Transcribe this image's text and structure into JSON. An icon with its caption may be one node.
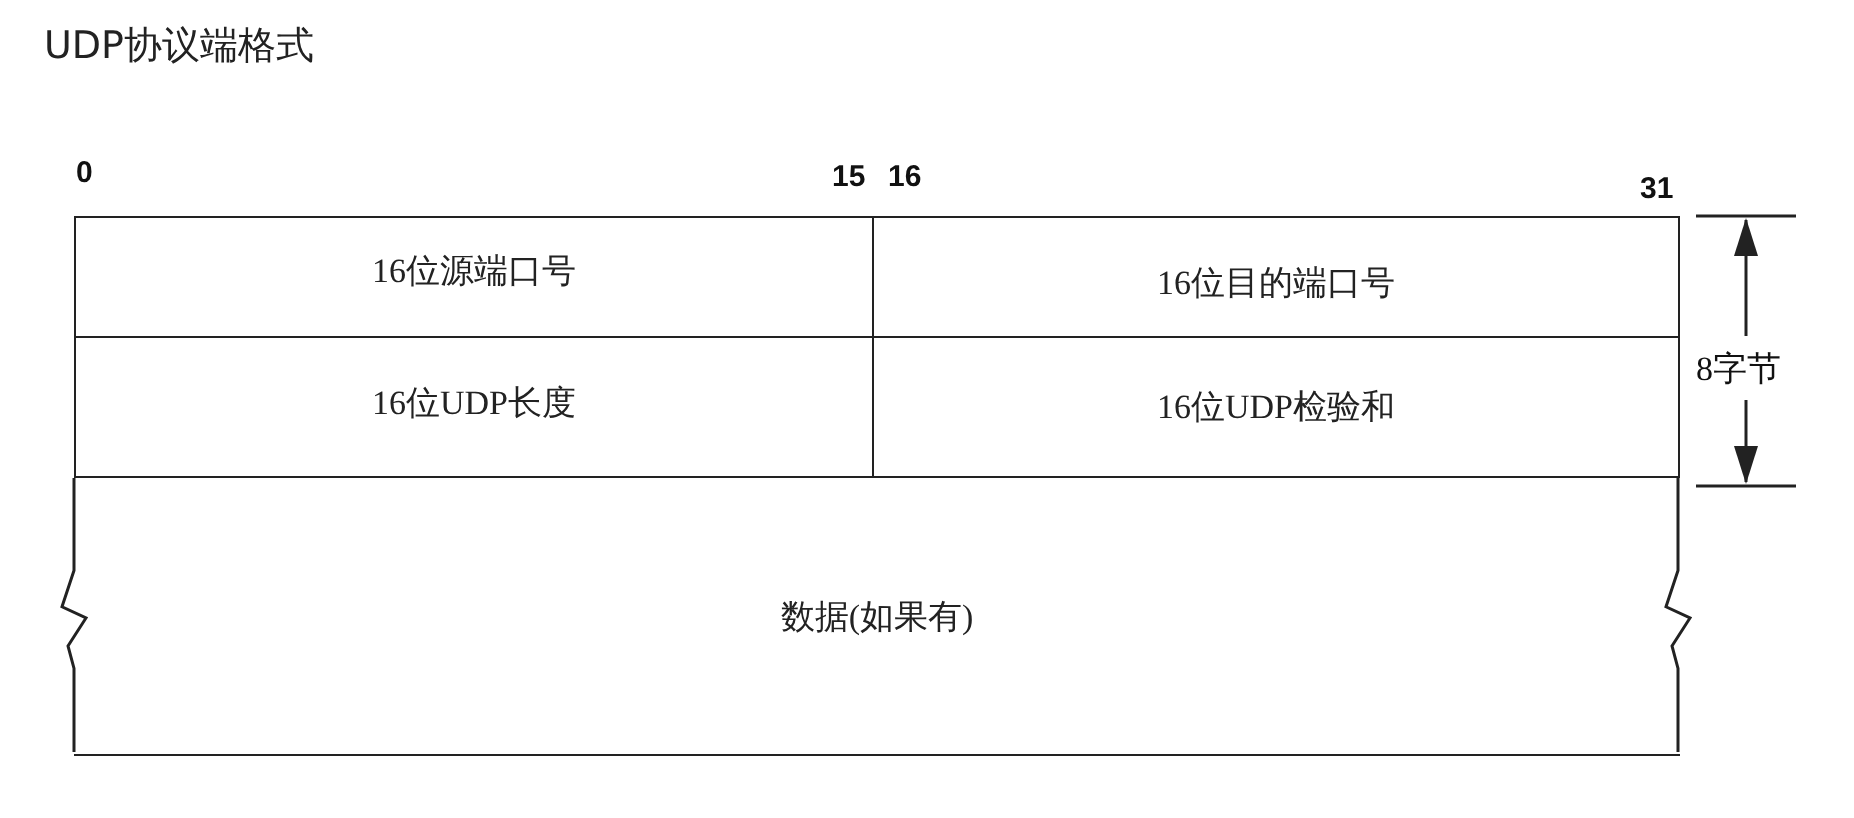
{
  "diagram": {
    "title": "UDP协议端格式",
    "nodes": [
      {
        "text": [
          "16位源端口号"
        ]
      },
      {
        "text": [
          "16位目的端口号"
        ]
      },
      {
        "text": [
          "16位UDP长度"
        ]
      },
      {
        "text": [
          "16位UDP检验和"
        ]
      },
      {
        "text": [
          "数据(如果有)"
        ]
      }
    ],
    "labels": [
      "0",
      "15",
      "16",
      "31",
      "8字节"
    ]
  }
}
